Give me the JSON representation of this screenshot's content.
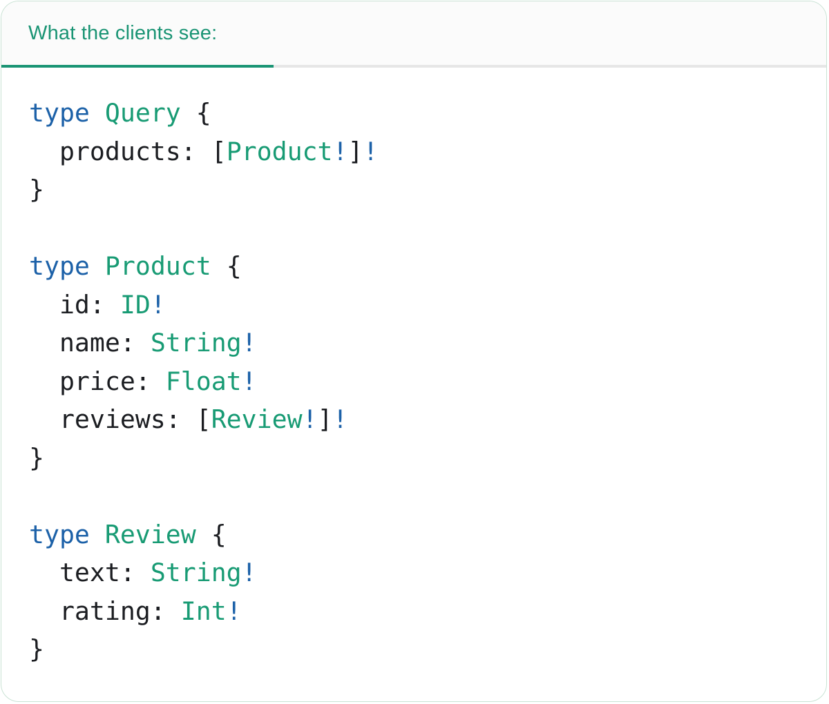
{
  "tab": {
    "label": "What the clients see:"
  },
  "colors": {
    "accent_green": "#1a9474",
    "type_green": "#189b74",
    "keyword_blue": "#1c61a8",
    "code_text": "#1b1d21",
    "tab_bar_bg": "#fbfbfb",
    "divider_gray": "#e6e6e6",
    "card_border": "#c9e2d4"
  },
  "code": {
    "language": "graphql",
    "lines": [
      [
        {
          "t": "type",
          "c": "kw"
        },
        {
          "t": " ",
          "c": "pl"
        },
        {
          "t": "Query",
          "c": "ty"
        },
        {
          "t": " {",
          "c": "pl"
        }
      ],
      [
        {
          "t": "  products: [",
          "c": "pl"
        },
        {
          "t": "Product",
          "c": "ty"
        },
        {
          "t": "!",
          "c": "kw"
        },
        {
          "t": "]",
          "c": "pl"
        },
        {
          "t": "!",
          "c": "kw"
        }
      ],
      [
        {
          "t": "}",
          "c": "pl"
        }
      ],
      [],
      [
        {
          "t": "type",
          "c": "kw"
        },
        {
          "t": " ",
          "c": "pl"
        },
        {
          "t": "Product",
          "c": "ty"
        },
        {
          "t": " {",
          "c": "pl"
        }
      ],
      [
        {
          "t": "  id: ",
          "c": "pl"
        },
        {
          "t": "ID",
          "c": "ty"
        },
        {
          "t": "!",
          "c": "kw"
        }
      ],
      [
        {
          "t": "  name: ",
          "c": "pl"
        },
        {
          "t": "String",
          "c": "ty"
        },
        {
          "t": "!",
          "c": "kw"
        }
      ],
      [
        {
          "t": "  price: ",
          "c": "pl"
        },
        {
          "t": "Float",
          "c": "ty"
        },
        {
          "t": "!",
          "c": "kw"
        }
      ],
      [
        {
          "t": "  reviews: [",
          "c": "pl"
        },
        {
          "t": "Review",
          "c": "ty"
        },
        {
          "t": "!",
          "c": "kw"
        },
        {
          "t": "]",
          "c": "pl"
        },
        {
          "t": "!",
          "c": "kw"
        }
      ],
      [
        {
          "t": "}",
          "c": "pl"
        }
      ],
      [],
      [
        {
          "t": "type",
          "c": "kw"
        },
        {
          "t": " ",
          "c": "pl"
        },
        {
          "t": "Review",
          "c": "ty"
        },
        {
          "t": " {",
          "c": "pl"
        }
      ],
      [
        {
          "t": "  text: ",
          "c": "pl"
        },
        {
          "t": "String",
          "c": "ty"
        },
        {
          "t": "!",
          "c": "kw"
        }
      ],
      [
        {
          "t": "  rating: ",
          "c": "pl"
        },
        {
          "t": "Int",
          "c": "ty"
        },
        {
          "t": "!",
          "c": "kw"
        }
      ],
      [
        {
          "t": "}",
          "c": "pl"
        }
      ]
    ]
  }
}
